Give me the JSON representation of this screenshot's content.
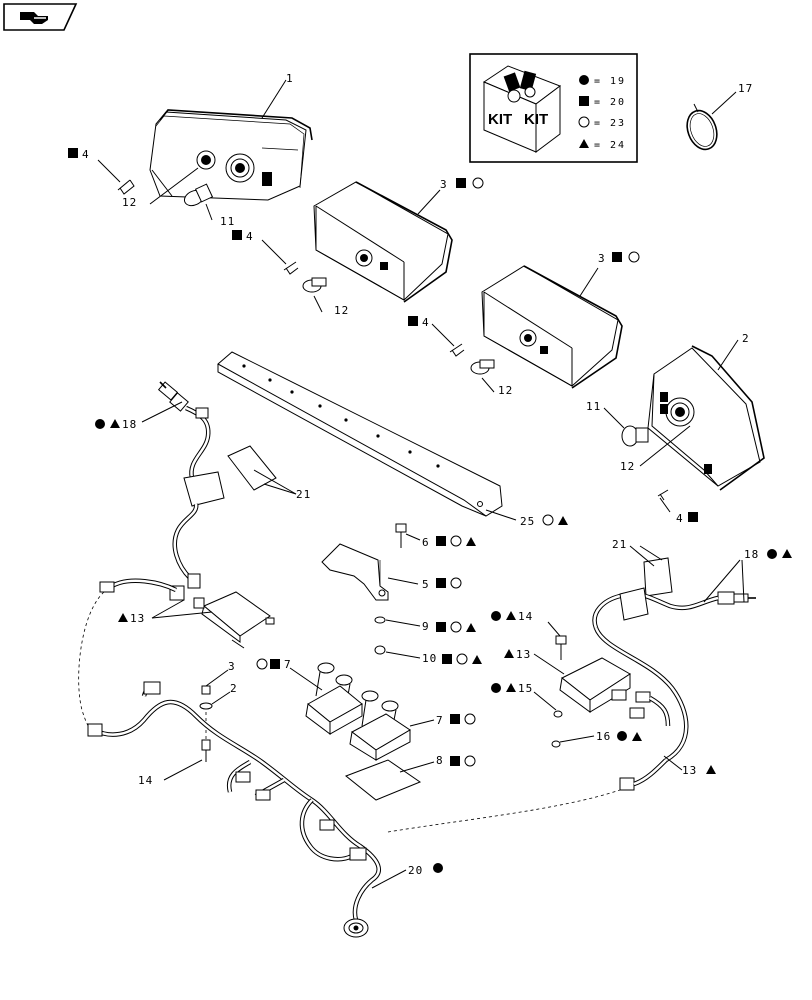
{
  "kit_legend": {
    "kit_word": "KIT",
    "rows": [
      {
        "symbol": "●",
        "kit": "19"
      },
      {
        "symbol": "■",
        "kit": "20"
      },
      {
        "symbol": "○",
        "kit": "23"
      },
      {
        "symbol": "▲",
        "kit": "24"
      }
    ],
    "equals": "="
  },
  "callouts": {
    "c1": "1",
    "c2": "2",
    "c3a": "3",
    "c3b": "3",
    "c4a": "4",
    "c4b": "4",
    "c4c": "4",
    "c4d": "4",
    "c11a": "11",
    "c11b": "11",
    "c12a": "12",
    "c12b": "12",
    "c12c": "12",
    "c12d": "12",
    "c17": "17",
    "c18a": "18",
    "c18b": "18",
    "c21a": "21",
    "c21b": "21",
    "c25": "25",
    "c6": "6",
    "c5": "5",
    "c9": "9",
    "c10": "10",
    "c13a": "13",
    "c13b": "13",
    "c13c": "13",
    "c14a": "14",
    "c14b": "14",
    "c15": "15",
    "c16": "16",
    "c3s": "3",
    "c2s": "2",
    "c7a": "7",
    "c7b": "7",
    "c8": "8",
    "c20": "20"
  },
  "symbols": {
    "filled_circle": "●",
    "filled_square": "■",
    "open_circle": "○",
    "filled_triangle": "▲"
  },
  "colors": {
    "ink": "#000000",
    "paper": "#ffffff"
  },
  "icons": [
    "page-corner-icon",
    "kit-box-icon"
  ]
}
